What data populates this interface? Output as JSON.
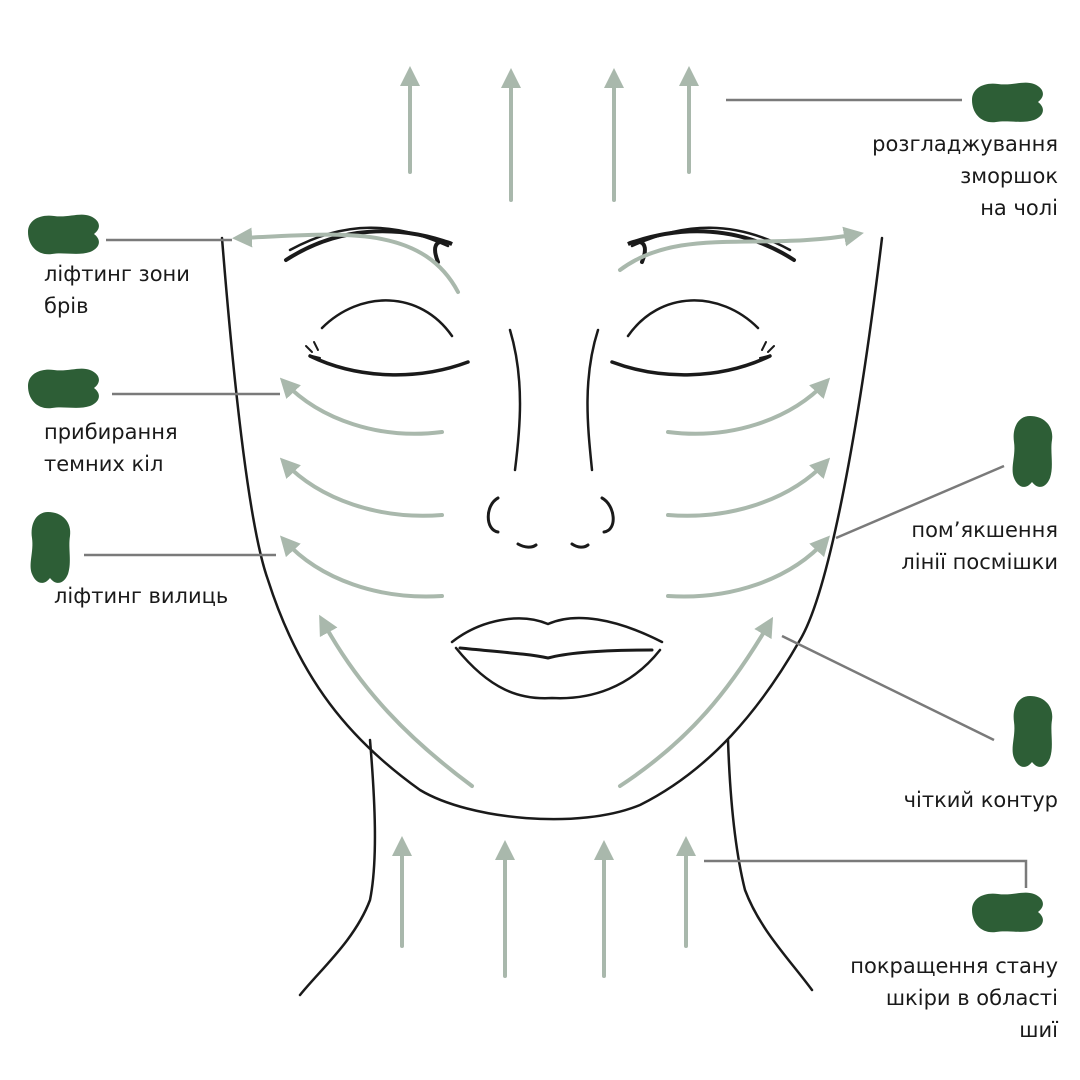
{
  "colors": {
    "stone": "#2d5e36",
    "arrow": "#a9b8ac",
    "leader": "#7a7a7a",
    "outline": "#1a1a1a"
  },
  "labels": {
    "forehead": [
      "розгладжування",
      "зморшок",
      "на чолі"
    ],
    "brows": [
      "ліфтинг зони",
      "брів"
    ],
    "dark_circles": [
      "прибирання",
      "темних кіл"
    ],
    "cheekbones": [
      "ліфтинг вилиць"
    ],
    "smile_lines": [
      "пом’якшення",
      "лінії посмішки"
    ],
    "contour": [
      "чіткий контур"
    ],
    "neck": [
      "покращення стану",
      "шкіри в області",
      "шиї"
    ]
  },
  "icons": {
    "massage_tool": "gua-sha-stone-icon"
  }
}
